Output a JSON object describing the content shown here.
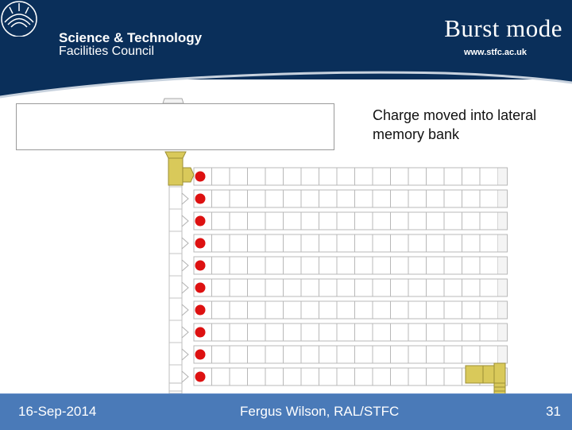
{
  "header": {
    "title": "Burst mode",
    "org_line1": "Science & Technology",
    "org_line2": "Facilities Council",
    "org_url": "www.stfc.ac.uk",
    "logo_icon": "stfc-emblem-icon",
    "background_color": "#0a2f5a"
  },
  "diagram": {
    "annotation": "Charge moved into lateral memory bank",
    "pixel_rows": 10,
    "memory_columns": 17,
    "charge_color": "#dd1111",
    "readout_color": "#d9c95a"
  },
  "footer": {
    "date": "16-Sep-2014",
    "author": "Fergus Wilson, RAL/STFC",
    "page": "31",
    "background_color": "#4a7ab8"
  }
}
